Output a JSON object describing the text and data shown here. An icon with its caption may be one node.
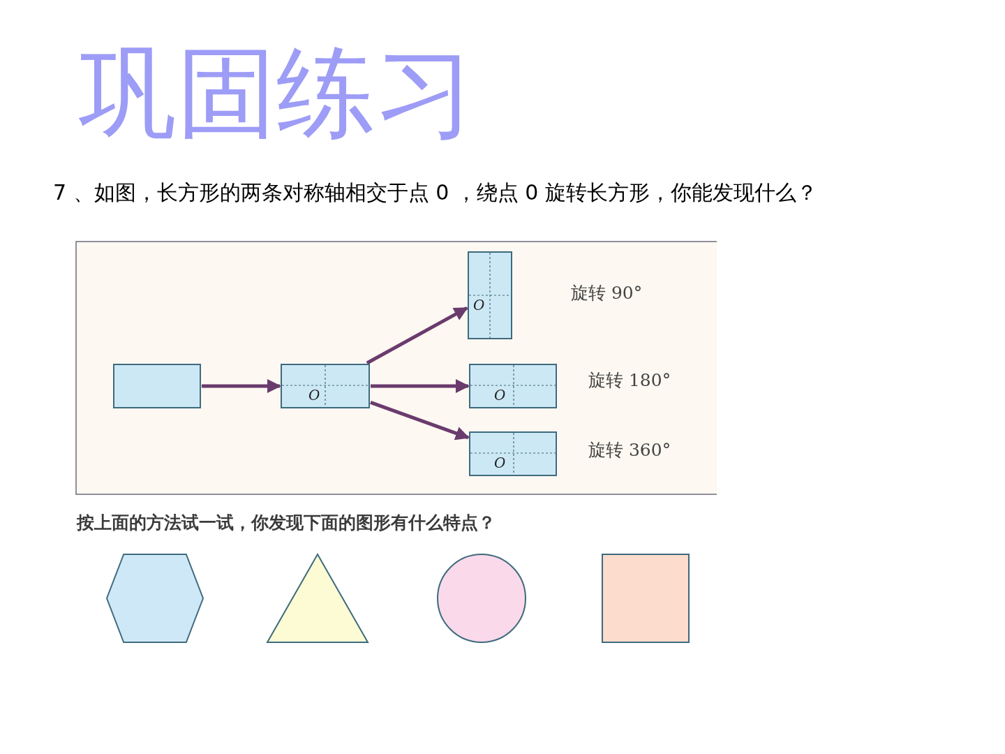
{
  "diagram": {
    "title": "巩固练习",
    "nodes": [
      {
        "text": [],
        "shape": "box"
      },
      {
        "text": [
          "O"
        ]
      },
      {
        "text": [
          "O"
        ],
        "beside": [
          "旋转 90°"
        ]
      },
      {
        "text": [
          "O"
        ],
        "beside": [
          "旋转 180°"
        ]
      },
      {
        "text": [
          "O"
        ],
        "beside": [
          "旋转 360°"
        ]
      },
      {
        "text": [],
        "shape": "hexagon"
      },
      {
        "text": [],
        "shape": "triangle"
      },
      {
        "text": [],
        "shape": "circle"
      },
      {
        "text": [],
        "shape": "box"
      }
    ],
    "edges": [
      {
        "from": 0,
        "to": 1,
        "arrow": "to"
      },
      {
        "from": 1,
        "to": 2,
        "arrow": "to"
      },
      {
        "from": 1,
        "to": 3,
        "arrow": "to"
      },
      {
        "from": 1,
        "to": 4,
        "arrow": "to"
      }
    ],
    "labels": [
      "7 、如图，长方形的两条对称轴相交于点 0 ，绕点 0 旋转长方形，你能发现什么？",
      "按上面的方法试一试，你发现下面的图形有什么特点？"
    ]
  }
}
